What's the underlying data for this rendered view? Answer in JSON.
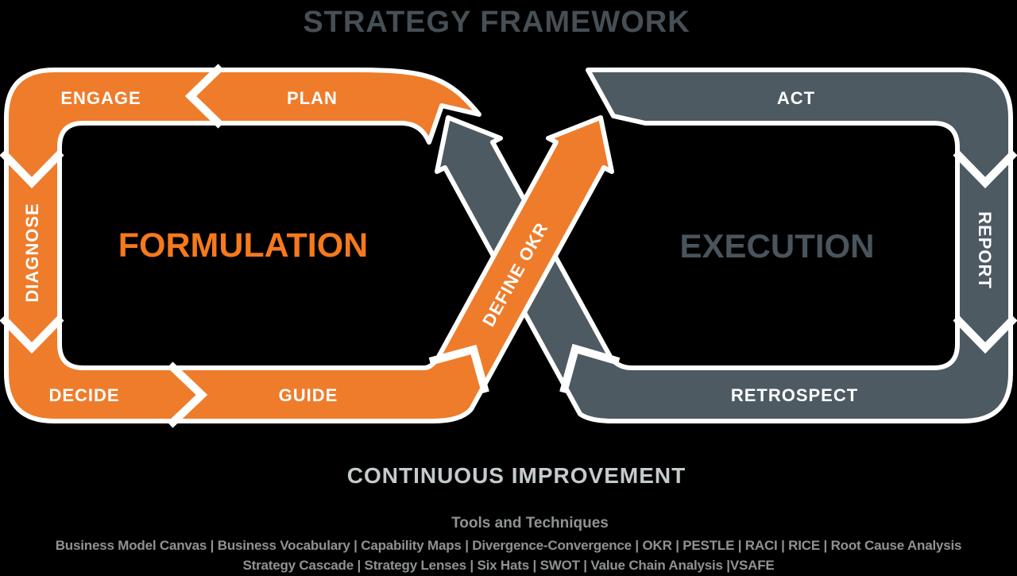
{
  "title": "STRATEGY FRAMEWORK",
  "colors": {
    "orange": "#EE7C2B",
    "gray": "#4D5A62",
    "title_text": "#454F55",
    "formulation_text": "#F5791D",
    "execution_text": "#49545C",
    "improvement_text": "#C5CBCD",
    "tools_text": "#8F9294",
    "label_text": "#FFFFFF"
  },
  "formulation_loop": {
    "label": "FORMULATION",
    "steps": {
      "engage": "ENGAGE",
      "plan": "PLAN",
      "diagnose": "DIAGNOSE",
      "decide": "DECIDE",
      "guide": "GUIDE"
    }
  },
  "crossover": {
    "label": "DEFINE OKR"
  },
  "execution_loop": {
    "label": "EXECUTION",
    "steps": {
      "act": "ACT",
      "report": "REPORT",
      "retrospect": "RETROSPECT"
    }
  },
  "footer": {
    "improvement": "CONTINUOUS IMPROVEMENT",
    "tools_heading": "Tools and Techniques",
    "tools_line1": "Business Model Canvas | Business Vocabulary | Capability Maps | Divergence-Convergence | OKR | PESTLE | RACI | RICE | Root Cause Analysis",
    "tools_line2": "Strategy Cascade | Strategy Lenses | Six Hats | SWOT | Value Chain Analysis |VSAFE"
  }
}
